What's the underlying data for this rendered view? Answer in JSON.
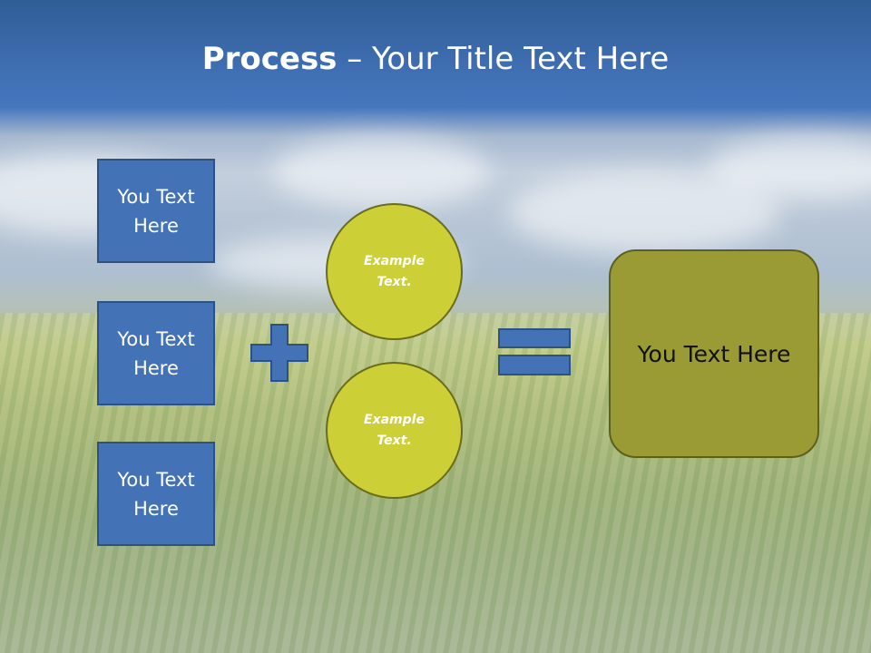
{
  "slide": {
    "title_bold": "Process",
    "title_rest": " – Your Title Text Here",
    "boxes": [
      {
        "label": "You Text Here"
      },
      {
        "label": "You Text Here"
      },
      {
        "label": "You Text Here"
      }
    ],
    "circles": [
      {
        "label": "Example Text."
      },
      {
        "label": "Example Text."
      }
    ],
    "result": {
      "label": "You Text Here"
    },
    "operators": {
      "plus": "plus-icon",
      "equals": "equals-icon"
    },
    "colors": {
      "box_fill": "#4372b6",
      "circle_fill": "#cdcf36",
      "result_fill": "#9a9b35",
      "title_bar": "#3e6db0"
    }
  }
}
